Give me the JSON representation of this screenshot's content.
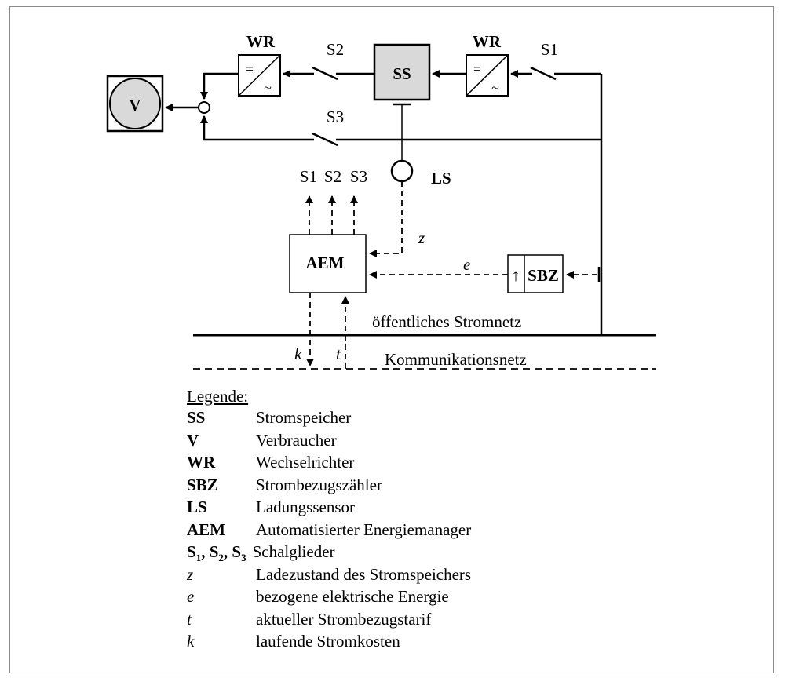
{
  "diagram": {
    "blocks": {
      "consumer": "V",
      "inverter_left": "WR",
      "inverter_right": "WR",
      "storage": "SS",
      "charge_sensor": "LS",
      "energy_manager": "AEM",
      "meter": "SBZ"
    },
    "switches": {
      "s1": "S1",
      "s2": "S2",
      "s3": "S3",
      "aem_outputs": [
        "S1",
        "S2",
        "S3"
      ]
    },
    "signals": {
      "z": "z",
      "e": "e",
      "k": "k",
      "t": "t"
    },
    "networks": {
      "power": "öffentliches Stromnetz",
      "communication": "Kommunikationsnetz"
    },
    "inverter_symbols": {
      "dc": "=",
      "ac": "~"
    },
    "meter_arrow": "↑"
  },
  "legend": {
    "title": "Legende:",
    "entries": [
      {
        "key": "SS",
        "desc": "Stromspeicher"
      },
      {
        "key": "V",
        "desc": "Verbraucher"
      },
      {
        "key": "WR",
        "desc": "Wechselrichter"
      },
      {
        "key": "SBZ",
        "desc": "Strombezugszähler"
      },
      {
        "key": "LS",
        "desc": "Ladungssensor"
      },
      {
        "key": "AEM",
        "desc": "Automatisierter Energiemanager"
      }
    ],
    "switch_entry": {
      "s": "S",
      "sub1": "1",
      "sub2": "2",
      "sub3": "3",
      "desc": "Schalglieder"
    },
    "signal_entries": [
      {
        "key": "z",
        "desc": "Ladezustand des Stromspeichers"
      },
      {
        "key": "e",
        "desc": "bezogene elektrische Energie"
      },
      {
        "key": "t",
        "desc": "aktueller Strombezugstarif"
      },
      {
        "key": "k",
        "desc": "laufende Stromkosten"
      }
    ]
  },
  "colors": {
    "block_fill": "#d9d9d9",
    "line": "#000000",
    "frame": "#8a8a8a"
  }
}
